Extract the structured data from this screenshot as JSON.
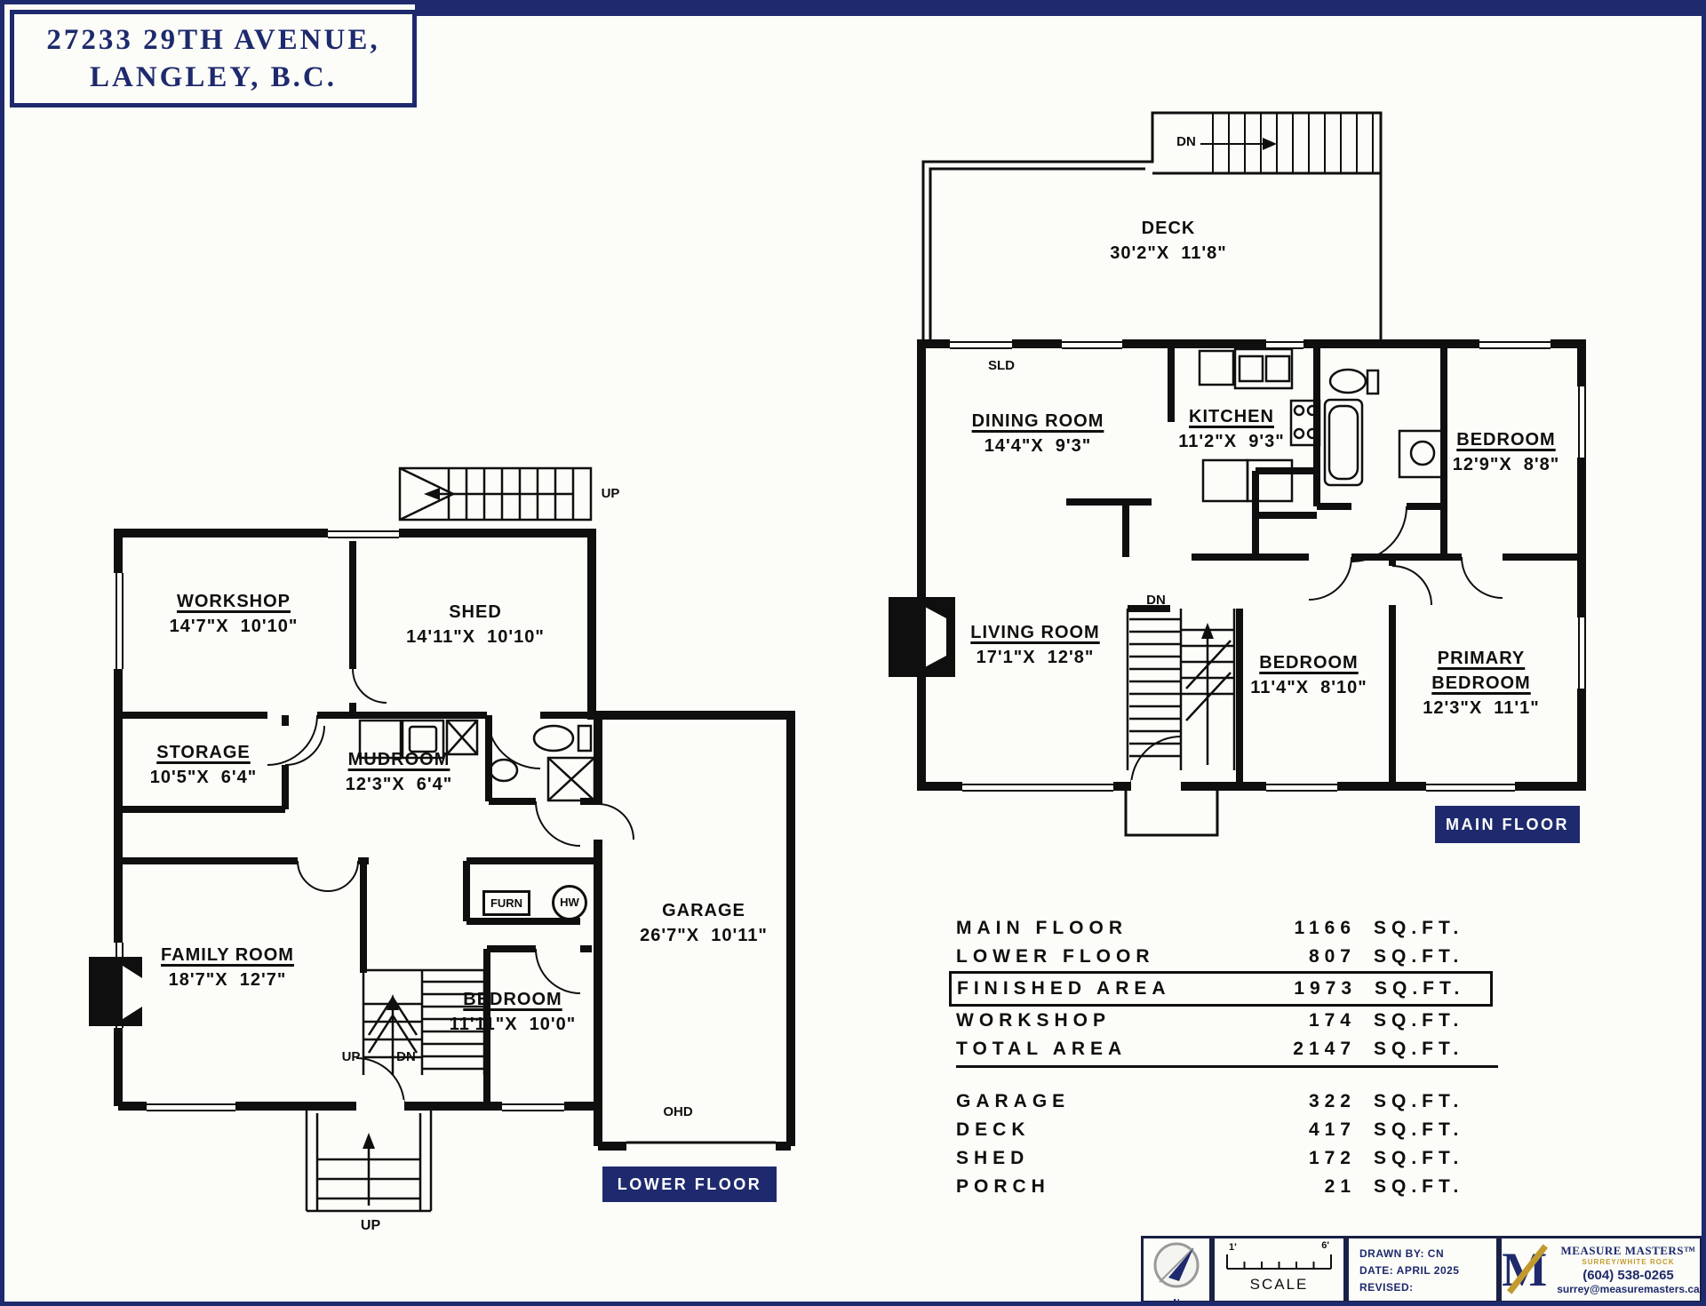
{
  "title": {
    "line1": "27233 29TH AVENUE,",
    "line2": "LANGLEY, B.C."
  },
  "lower_floor": {
    "badge": "LOWER FLOOR",
    "rooms": {
      "workshop": {
        "name": "WORKSHOP",
        "dims": "14'7\"X  10'10\""
      },
      "shed": {
        "name": "SHED",
        "dims": "14'11\"X  10'10\""
      },
      "storage": {
        "name": "STORAGE",
        "dims": "10'5\"X  6'4\""
      },
      "mudroom": {
        "name": "MUDROOM",
        "dims": "12'3\"X  6'4\""
      },
      "family_room": {
        "name": "FAMILY ROOM",
        "dims": "18'7\"X  12'7\""
      },
      "bedroom": {
        "name": "BEDROOM",
        "dims": "11'11\"X  10'0\""
      },
      "garage": {
        "name": "GARAGE",
        "dims": "26'7\"X  10'11\""
      }
    },
    "labels": {
      "furn": "FURN",
      "hw": "HW",
      "ohd": "OHD",
      "up_top": "UP",
      "up_stairs": "UP",
      "dn_stairs": "DN",
      "up_entry": "UP"
    }
  },
  "main_floor": {
    "badge": "MAIN FLOOR",
    "rooms": {
      "deck": {
        "name": "DECK",
        "dims": "30'2\"X  11'8\""
      },
      "dining_room": {
        "name": "DINING ROOM",
        "dims": "14'4\"X  9'3\""
      },
      "kitchen": {
        "name": "KITCHEN",
        "dims": "11'2\"X  9'3\""
      },
      "bedroom_right": {
        "name": "BEDROOM",
        "dims": "12'9\"X  8'8\""
      },
      "living_room": {
        "name": "LIVING ROOM",
        "dims": "17'1\"X  12'8\""
      },
      "bedroom_mid": {
        "name": "BEDROOM",
        "dims": "11'4\"X  8'10\""
      },
      "primary_bedroom": {
        "name1": "PRIMARY",
        "name2": "BEDROOM",
        "dims": "12'3\"X  11'1\""
      }
    },
    "labels": {
      "sld": "SLD",
      "dn_deck": "DN",
      "dn_stairs": "DN"
    }
  },
  "area_table": {
    "rows": [
      {
        "label": "MAIN FLOOR",
        "value": "1166",
        "unit": "SQ.FT."
      },
      {
        "label": "LOWER FLOOR",
        "value": "807",
        "unit": "SQ.FT."
      },
      {
        "label": "FINISHED AREA",
        "value": "1973",
        "unit": "SQ.FT."
      },
      {
        "label": "WORKSHOP",
        "value": "174",
        "unit": "SQ.FT."
      },
      {
        "label": "TOTAL AREA",
        "value": "2147",
        "unit": "SQ.FT."
      },
      {
        "label": "GARAGE",
        "value": "322",
        "unit": "SQ.FT."
      },
      {
        "label": "DECK",
        "value": "417",
        "unit": "SQ.FT."
      },
      {
        "label": "SHED",
        "value": "172",
        "unit": "SQ.FT."
      },
      {
        "label": "PORCH",
        "value": "21",
        "unit": "SQ.FT."
      }
    ]
  },
  "footer": {
    "compass_n": "N",
    "scale_left": "1'",
    "scale_right": "6'",
    "scale_label": "SCALE",
    "drawn_by": "DRAWN BY: CN",
    "date": "DATE: APRIL 2025",
    "revised": "REVISED:",
    "logo": {
      "monogram": "M",
      "name": "MEASURE MASTERS™",
      "sub": "SURREY/WHITE ROCK",
      "phone": "(604) 538-0265",
      "email": "surrey@measuremasters.ca"
    }
  },
  "colors": {
    "navy": "#1e2a6d",
    "ink": "#0f0f0f",
    "gold": "#c29a2e"
  }
}
